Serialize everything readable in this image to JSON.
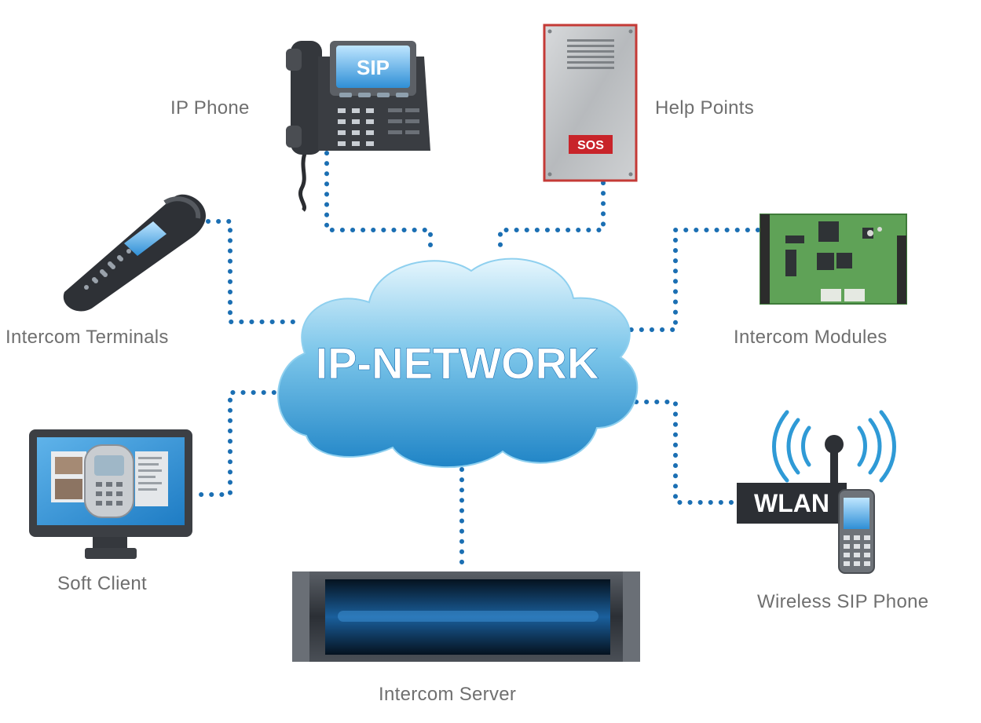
{
  "network": {
    "label": "IP-NETWORK"
  },
  "devices": {
    "ip_phone": {
      "label": "IP Phone",
      "screen_text": "SIP"
    },
    "help_points": {
      "label": "Help Points",
      "button_text": "SOS"
    },
    "intercom_terminals": {
      "label": "Intercom Terminals"
    },
    "intercom_modules": {
      "label": "Intercom Modules"
    },
    "soft_client": {
      "label": "Soft Client"
    },
    "wireless_sip_phone": {
      "label": "Wireless SIP Phone",
      "badge_text": "WLAN"
    },
    "intercom_server": {
      "label": "Intercom Server"
    }
  },
  "colors": {
    "connector": "#1b6fb3",
    "cloud_top": "#d9f0fb",
    "cloud_bottom": "#2a8fcf",
    "label_text": "#6f6f6f"
  }
}
